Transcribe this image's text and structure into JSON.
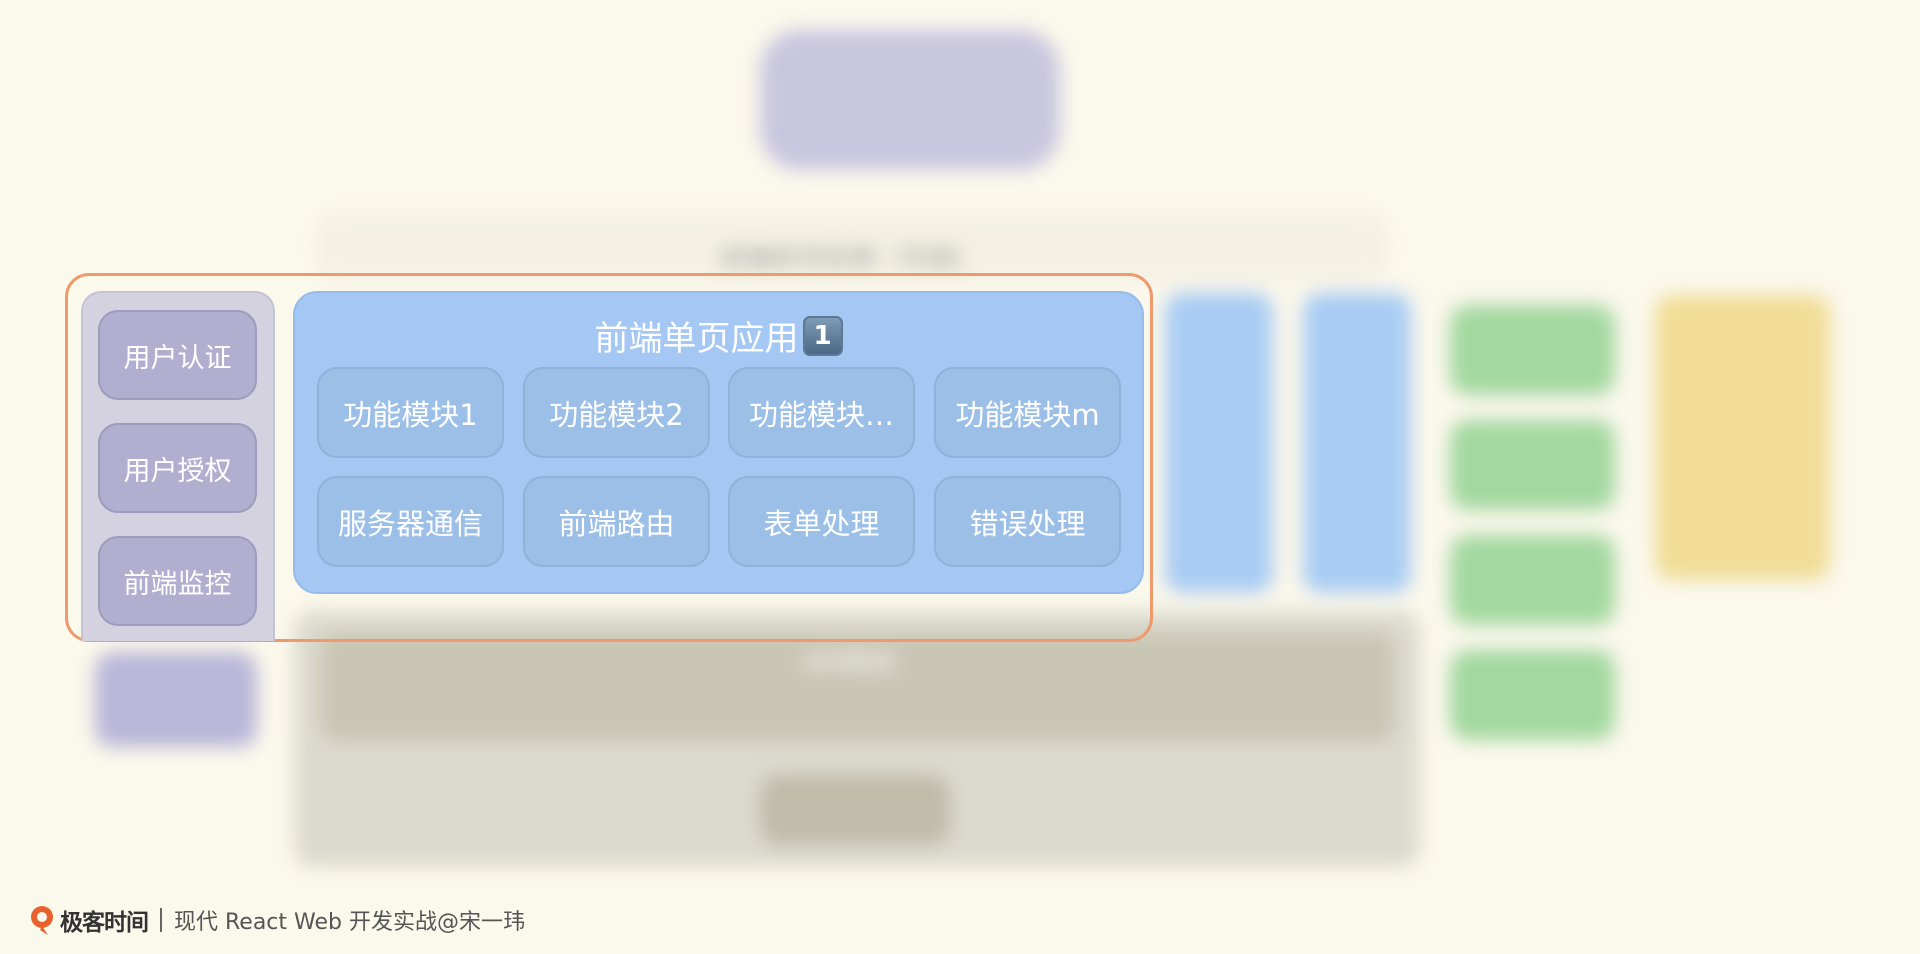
{
  "side_items": [
    "用户认证",
    "用户授权",
    "前端监控"
  ],
  "spa": {
    "title": "前端单页应用",
    "badge": "1",
    "modules": [
      "功能模块1",
      "功能模块2",
      "功能模块…",
      "功能模块m",
      "服务器通信",
      "前端路由",
      "表单处理",
      "错误处理"
    ]
  },
  "background": {
    "mpa_label": "前端多页应用（可选）",
    "gateway_label": "API网关"
  },
  "footer": {
    "brand": "极客时间",
    "course": "现代 React Web 开发实战@宋一玮"
  },
  "colors": {
    "background": "#fbf8ec",
    "focus_frame": "#ee9a6c",
    "spa_panel": "#a4c7f3",
    "module": "#9cbfe7",
    "side_item": "#b1aed0",
    "green": "#a3d8a0",
    "yellow": "#f1dd96",
    "gray": "#d3d1c3"
  }
}
